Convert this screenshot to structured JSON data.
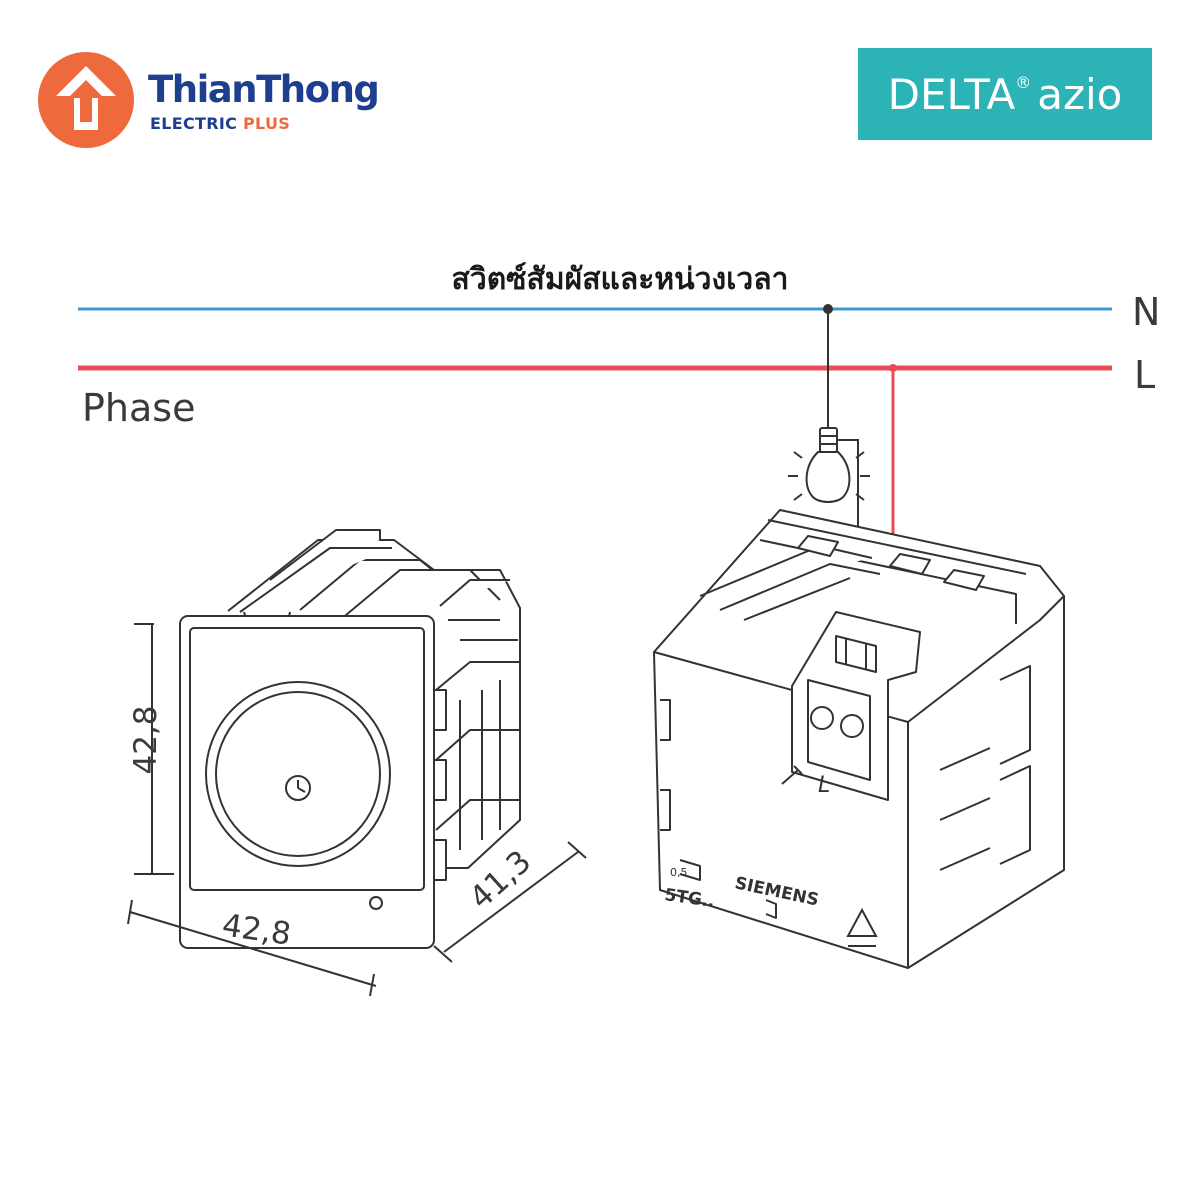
{
  "brand": {
    "name": "ThianThong",
    "sub_word1": "ELECTRIC",
    "sub_word2": "PLUS",
    "colors": {
      "primary": "#1e3f8f",
      "accent": "#ee6a3c"
    }
  },
  "series": {
    "name": "DELTA",
    "registered": "®",
    "suffix": "azio",
    "color": "#2bb3b6"
  },
  "diagram": {
    "title": "สวิตซ์สัมผัสและหน่วงเวลา",
    "wires": {
      "neutral_label": "N",
      "line_label": "L",
      "phase_label": "Phase",
      "neutral_color": "#3a9ad0",
      "line_color": "#e84d57"
    },
    "terminal_label": "L",
    "manufacturer_mark": "SIEMENS",
    "model_mark": "5TG..",
    "wire_gauge_mark": "0,5"
  },
  "dimensions": {
    "height": "42,8",
    "width": "42,8",
    "depth": "41,3"
  }
}
